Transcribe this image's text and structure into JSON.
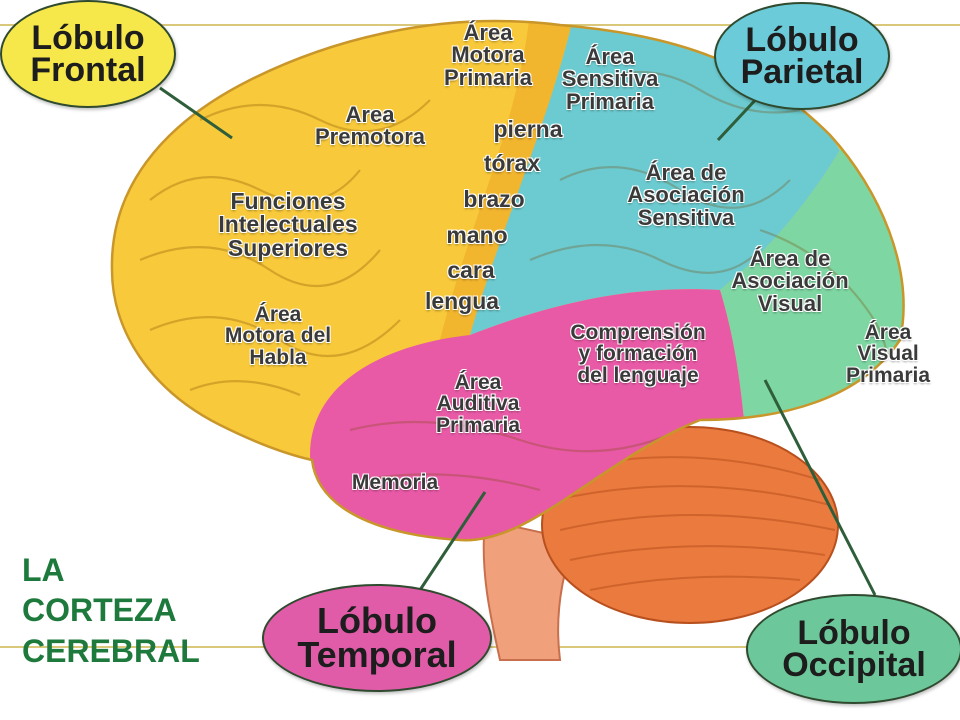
{
  "title": "LA\nCORTEZA\nCEREBRAL",
  "colors": {
    "frontal": "#f8c93a",
    "parietal": "#6ccbd0",
    "occipital": "#7ed6a2",
    "temporal": "#e85aa6",
    "cerebellum": "#ea7a3d",
    "brainstem": "#f1a07c",
    "motor_strip": "#f2b52e",
    "badge_frontal": "#f6e84a",
    "badge_parietal": "#6ccbd8",
    "badge_temporal": "#e05ca8",
    "badge_occipital": "#6cc89a"
  },
  "lobes": {
    "frontal": "Lóbulo\nFrontal",
    "parietal": "Lóbulo\nParietal",
    "temporal": "Lóbulo\nTemporal",
    "occipital": "Lóbulo\nOccipital"
  },
  "areas": {
    "motora_primaria": "Área\nMotora\nPrimaria",
    "sensitiva_primaria": "Área\nSensitiva\nPrimaria",
    "premotora": "Area\nPremotora",
    "funciones_intelectuales": "Funciones\nIntelectuales\nSuperiores",
    "motora_habla": "Área\nMotora del\nHabla",
    "asociacion_sensitiva": "Área de\nAsociación\nSensitiva",
    "asociacion_visual": "Área de\nAsociación\nVisual",
    "visual_primaria": "Área\nVisual\nPrimaria",
    "comprension_lenguaje": "Comprensión\ny formación\ndel lenguaje",
    "auditiva_primaria": "Área\nAuditiva\nPrimaria",
    "memoria": "Memoria"
  },
  "body_map": [
    "pierna",
    "tórax",
    "brazo",
    "mano",
    "cara",
    "lengua"
  ]
}
